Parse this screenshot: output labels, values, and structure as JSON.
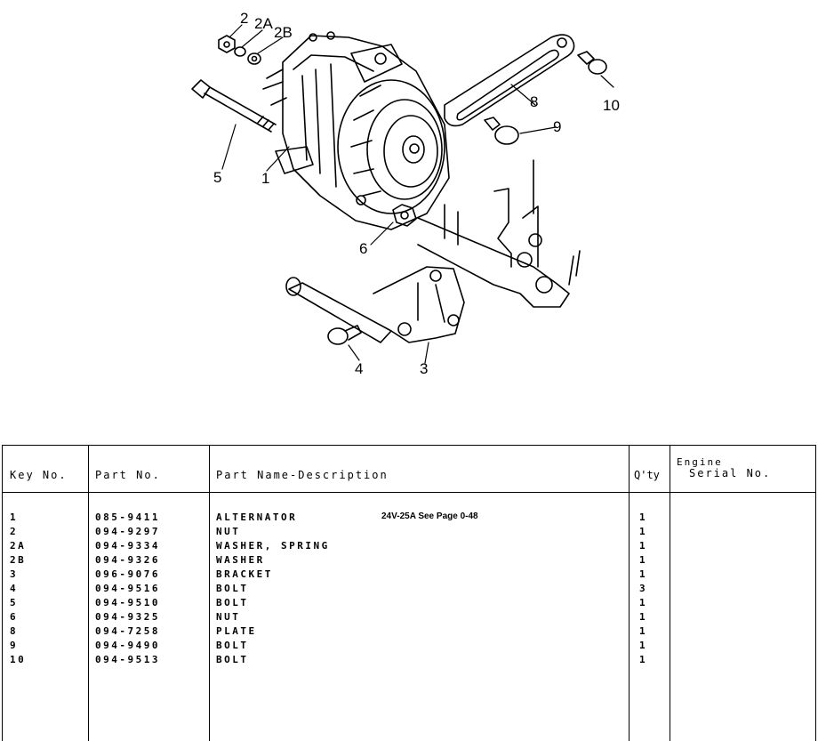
{
  "diagram": {
    "callouts": [
      "2",
      "2A",
      "2B",
      "1",
      "5",
      "8",
      "9",
      "10",
      "6",
      "4",
      "3"
    ]
  },
  "table": {
    "headers": {
      "key_no": "Key No.",
      "part_no": "Part No.",
      "part_name": "Part Name-Description",
      "qty": "Q'ty",
      "engine_line1": "Engine",
      "engine_line2": "Serial No."
    },
    "rows": [
      {
        "key": "1",
        "part": "085-9411",
        "name": "ALTERNATOR",
        "note": "24V-25A  See Page 0-48",
        "qty": "1"
      },
      {
        "key": "2",
        "part": "094-9297",
        "name": "NUT",
        "note": "",
        "qty": "1"
      },
      {
        "key": "2A",
        "part": "094-9334",
        "name": "WASHER, SPRING",
        "note": "",
        "qty": "1"
      },
      {
        "key": "2B",
        "part": "094-9326",
        "name": "WASHER",
        "note": "",
        "qty": "1"
      },
      {
        "key": "3",
        "part": "096-9076",
        "name": "BRACKET",
        "note": "",
        "qty": "1"
      },
      {
        "key": "4",
        "part": "094-9516",
        "name": "BOLT",
        "note": "",
        "qty": "3"
      },
      {
        "key": "5",
        "part": "094-9510",
        "name": "BOLT",
        "note": "",
        "qty": "1"
      },
      {
        "key": "6",
        "part": "094-9325",
        "name": "NUT",
        "note": "",
        "qty": "1"
      },
      {
        "key": "8",
        "part": "094-7258",
        "name": "PLATE",
        "note": "",
        "qty": "1"
      },
      {
        "key": "9",
        "part": "094-9490",
        "name": "BOLT",
        "note": "",
        "qty": "1"
      },
      {
        "key": "10",
        "part": "094-9513",
        "name": "BOLT",
        "note": "",
        "qty": "1"
      }
    ]
  }
}
